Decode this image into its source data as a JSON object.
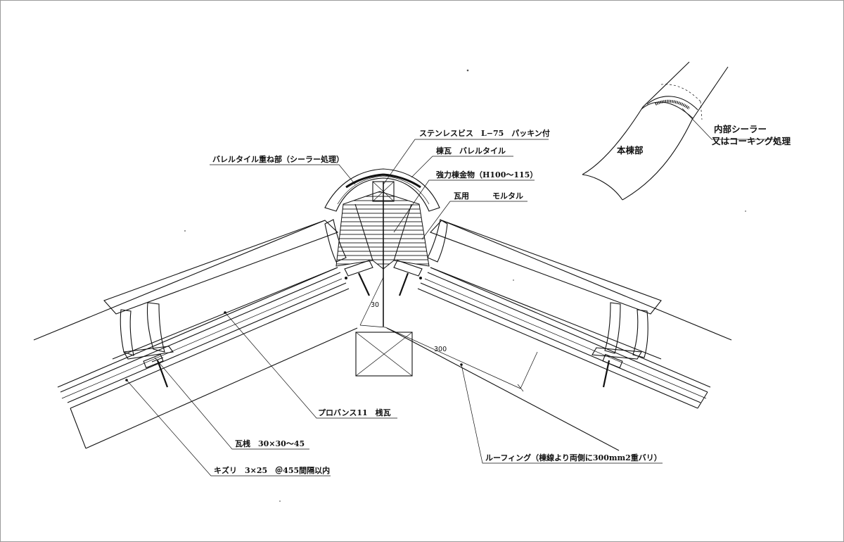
{
  "labels": {
    "stainless_screw": "ステンレスビス　L−75　パッキン付",
    "ridge_tile": "棟瓦　バレルタイル",
    "ridge_hardware": "強力棟金物（H100〜115）",
    "mortar": "瓦用　　　モルタル",
    "barrel_overlap": "バレルタイル重ね部（シーラー処理）",
    "provence_tile": "プロバンス11　桟瓦",
    "batten": "瓦桟　30×30〜45",
    "kizuri": "キズリ　3×25　＠455間隔以内",
    "roofing": "ルーフィング（棟線より両側に300mm2重バリ）",
    "inner_sealer_1": "内部シーラー",
    "inner_sealer_2": "又はコーキング処理",
    "main_ridge": "本棟部"
  },
  "dimensions": {
    "d30": "30",
    "d300": "300"
  }
}
